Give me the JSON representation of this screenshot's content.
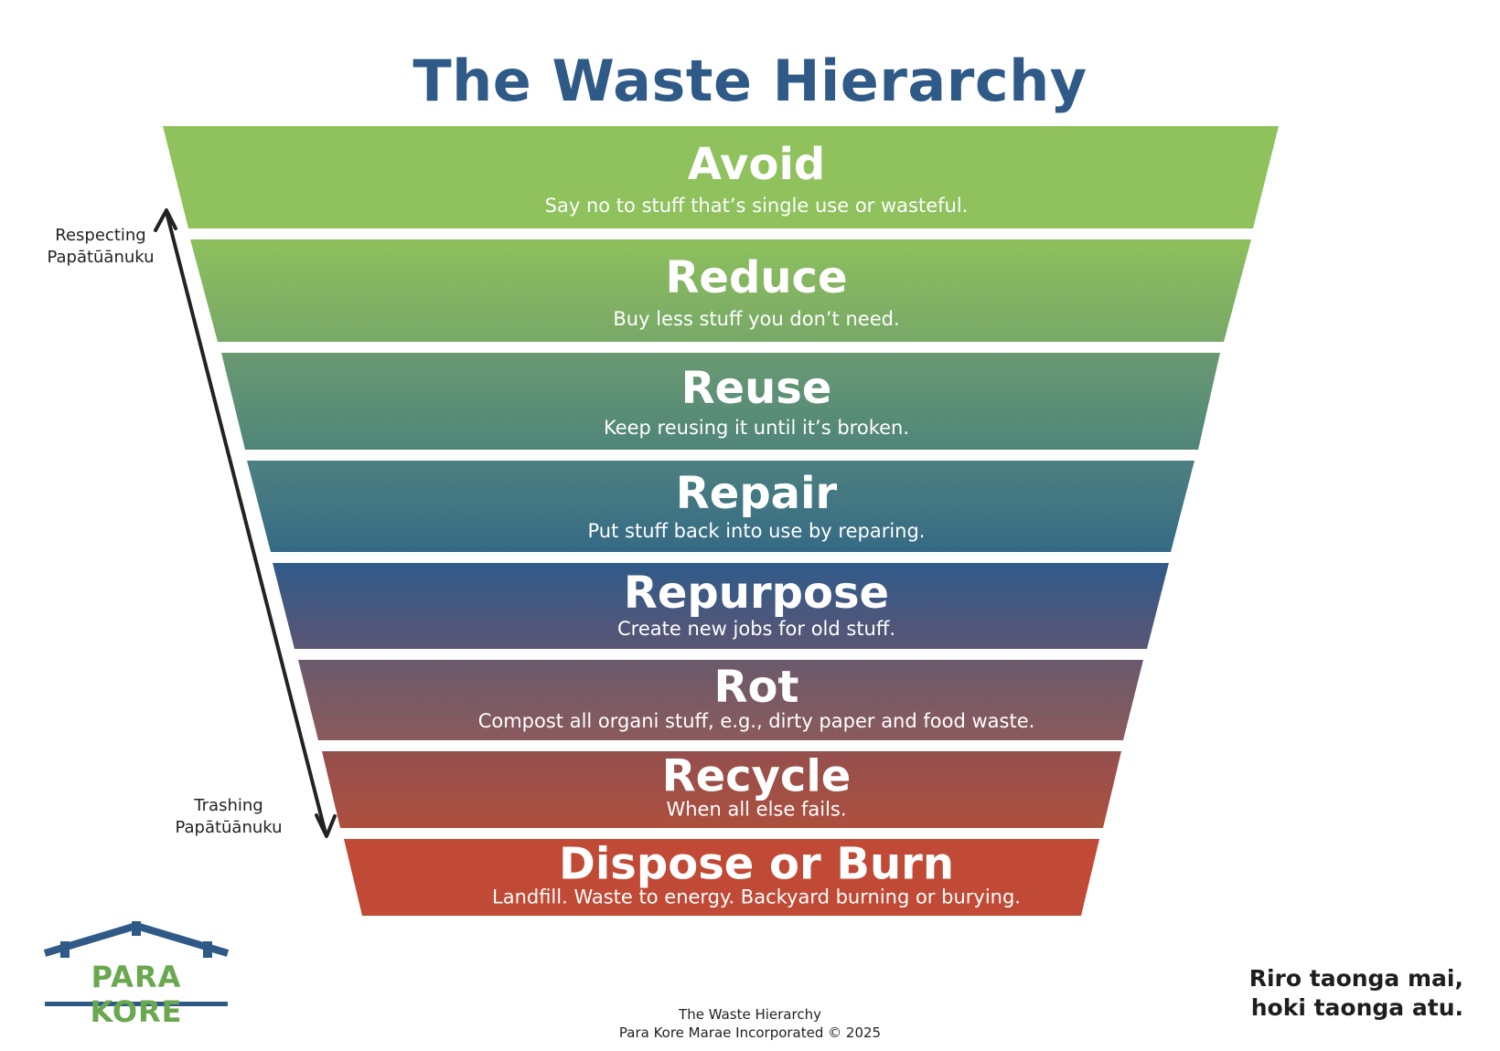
{
  "title": "The Waste Hierarchy",
  "levels": [
    {
      "name": "Avoid",
      "description": "Say no to stuff that’s single use or wasteful.",
      "color_top": "#8fc15d",
      "color_bottom": "#8fc15d"
    },
    {
      "name": "Reduce",
      "description": "Buy less stuff you don’t need.",
      "color_top": "#8dc05c",
      "color_bottom": "#78a868"
    },
    {
      "name": "Reuse",
      "description": "Keep reusing it until it’s broken.",
      "color_top": "#6a9a72",
      "color_bottom": "#4f8579"
    },
    {
      "name": "Repair",
      "description": "Put stuff back into use by reparing.",
      "color_top": "#4d8180",
      "color_bottom": "#356a85"
    },
    {
      "name": "Repurpose",
      "description": "Create new jobs for old stuff.",
      "color_top": "#305b8a",
      "color_bottom": "#5a5574"
    },
    {
      "name": "Rot",
      "description": "Compost all organi stuff, e.g., dirty paper and food waste.",
      "color_top": "#6a5a6c",
      "color_bottom": "#8a5a5c"
    },
    {
      "name": "Recycle",
      "description": "When all else fails.",
      "color_top": "#944f4d",
      "color_bottom": "#ad4f3e"
    },
    {
      "name": "Dispose or Burn",
      "description": "Landfill. Waste to energy. Backyard burning or burying.",
      "color_top": "#c04a35",
      "color_bottom": "#c04a35"
    }
  ],
  "arrow": {
    "top_label": "Respecting Papātūānuku",
    "bottom_label": "Trashing Papātūānuku",
    "color": "#222222"
  },
  "motto": "Riro taonga mai, hoki taonga atu.",
  "footer": {
    "line1": "The Waste Hierarchy",
    "line2": "Para Kore Marae Incorporated © 2025"
  },
  "logo": {
    "text": "PARA KORE",
    "blue": "#2f5a87",
    "green": "#6aa84f"
  }
}
